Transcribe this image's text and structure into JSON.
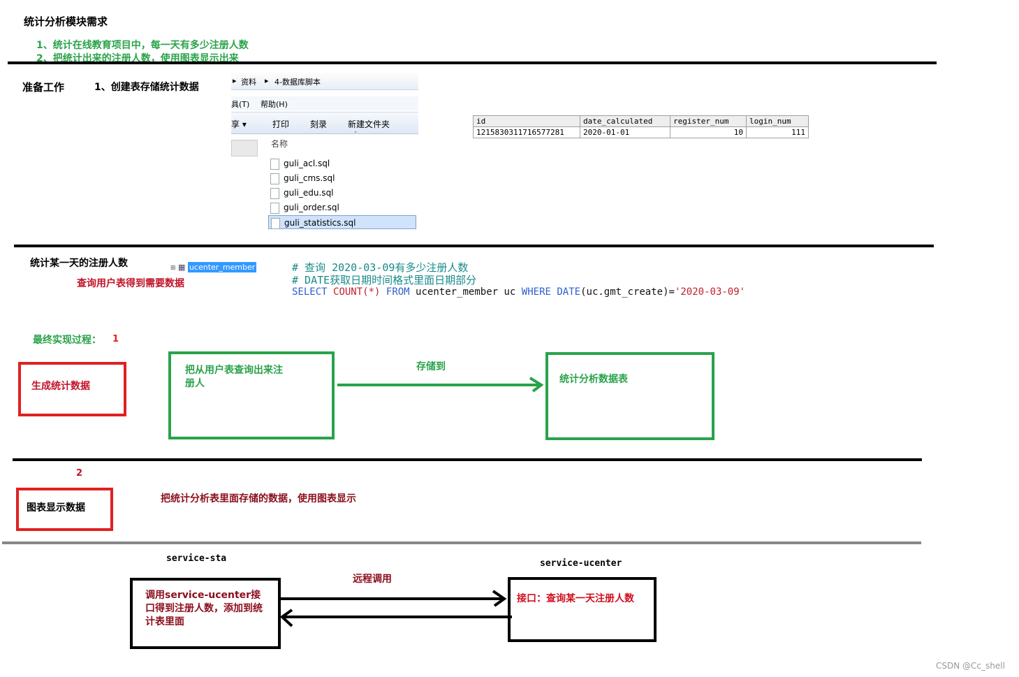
{
  "header": {
    "title": "统计分析模块需求",
    "req1": "1、统计在线教育项目中，每一天有多少注册人数",
    "req2": "2、把统计出来的注册人数，使用图表显示出来"
  },
  "prep": {
    "label": "准备工作",
    "step": "1、创建表存储统计数据",
    "explorer": {
      "breadcrumb": [
        "资料",
        "4-数据库脚本"
      ],
      "menu": [
        "具(T)",
        "帮助(H)"
      ],
      "toolbar": [
        "享 ▾",
        "打印",
        "刻录",
        "新建文件夹"
      ],
      "column": "名称",
      "files": [
        "guli_acl.sql",
        "guli_cms.sql",
        "guli_edu.sql",
        "guli_order.sql",
        "guli_statistics.sql"
      ]
    },
    "table": {
      "headers": [
        "id",
        "date_calculated",
        "register_num",
        "login_num"
      ],
      "row": [
        "1215830311716577281",
        "2020-01-01",
        "10",
        "111"
      ]
    }
  },
  "query": {
    "label": "统计某一天的注册人数",
    "sub": "查询用户表得到需要数据",
    "tree_item": "ucenter_member",
    "comment1": "# 查询 2020-03-09有多少注册人数",
    "comment2": "# DATE获取日期时间格式里面日期部分",
    "sql": {
      "select": "SELECT",
      "count": "COUNT(*)",
      "from": "FROM",
      "table": "ucenter_member uc",
      "where": "WHERE",
      "date": "DATE",
      "arg": "(uc.gmt_create)=",
      "value": "'2020-03-09'"
    }
  },
  "process": {
    "label": "最终实现过程：",
    "num1": "1",
    "box_generate": "生成统计数据",
    "box_query": "把从用户表查询出来注册人",
    "arrow_label": "存储到",
    "box_table": "统计分析数据表",
    "num2": "2",
    "box_chart": "图表显示数据",
    "chart_desc": "把统计分析表里面存储的数据，使用图表显示"
  },
  "services": {
    "left_title": "service-sta",
    "right_title": "service-ucenter",
    "call_label": "远程调用",
    "left_box": "调用service-ucenter接口得到注册人数，添加到统计表里面",
    "right_box": "接口：查询某一天注册人数"
  },
  "watermark": "CSDN @Cc_shell",
  "colors": {
    "green": "#2aa34a",
    "red": "#e02020",
    "darkred": "#8b0f1c"
  }
}
